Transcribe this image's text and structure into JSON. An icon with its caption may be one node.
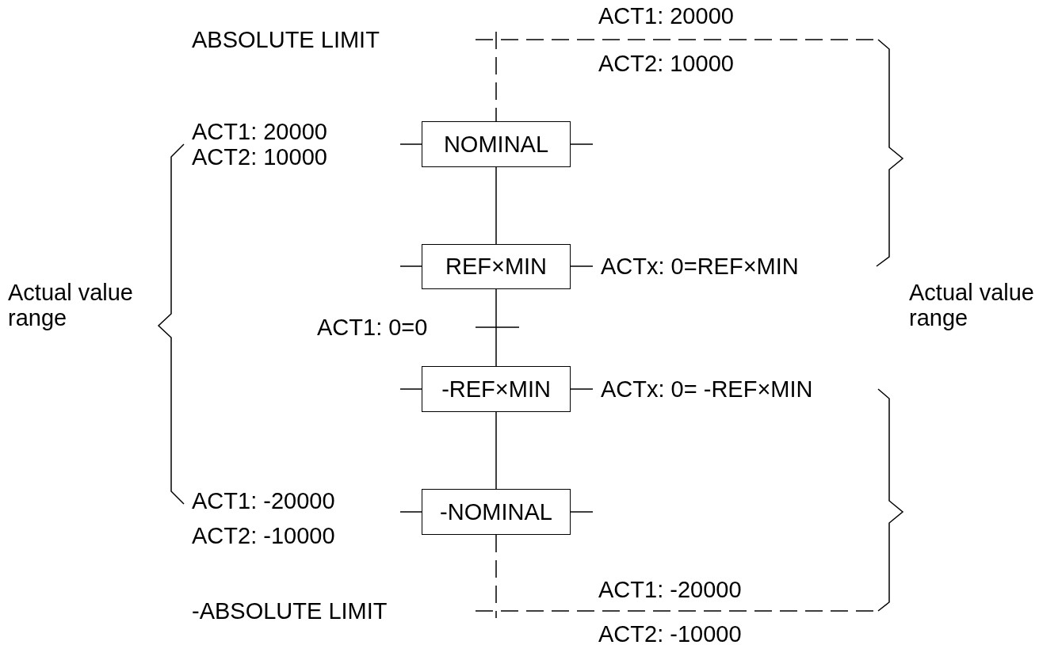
{
  "diagram": {
    "nodes": [
      {
        "text": [
          "NOMINAL"
        ]
      },
      {
        "text": [
          "REF×MIN"
        ]
      },
      {
        "text": [
          "-REF×MIN"
        ]
      },
      {
        "text": [
          "-NOMINAL"
        ]
      }
    ],
    "edges": [
      {
        "from": 0,
        "to": 1,
        "arrow": "none"
      },
      {
        "from": 1,
        "to": 2,
        "arrow": "none"
      },
      {
        "from": 2,
        "to": 3,
        "arrow": "none"
      }
    ],
    "labels": [
      "ACT1: 20000",
      "ABSOLUTE LIMIT",
      "ACT2: 10000",
      "ACT1: 20000",
      "ACT2: 10000",
      "ACTx: 0=REF×MIN",
      "Actual value range",
      "Actual value range",
      "ACT1: 0=0",
      "ACTx: 0= -REF×MIN",
      "ACT1: -20000",
      "ACT2: -10000",
      "ACT1: -20000",
      "-ABSOLUTE LIMIT",
      "ACT2: -10000"
    ]
  }
}
